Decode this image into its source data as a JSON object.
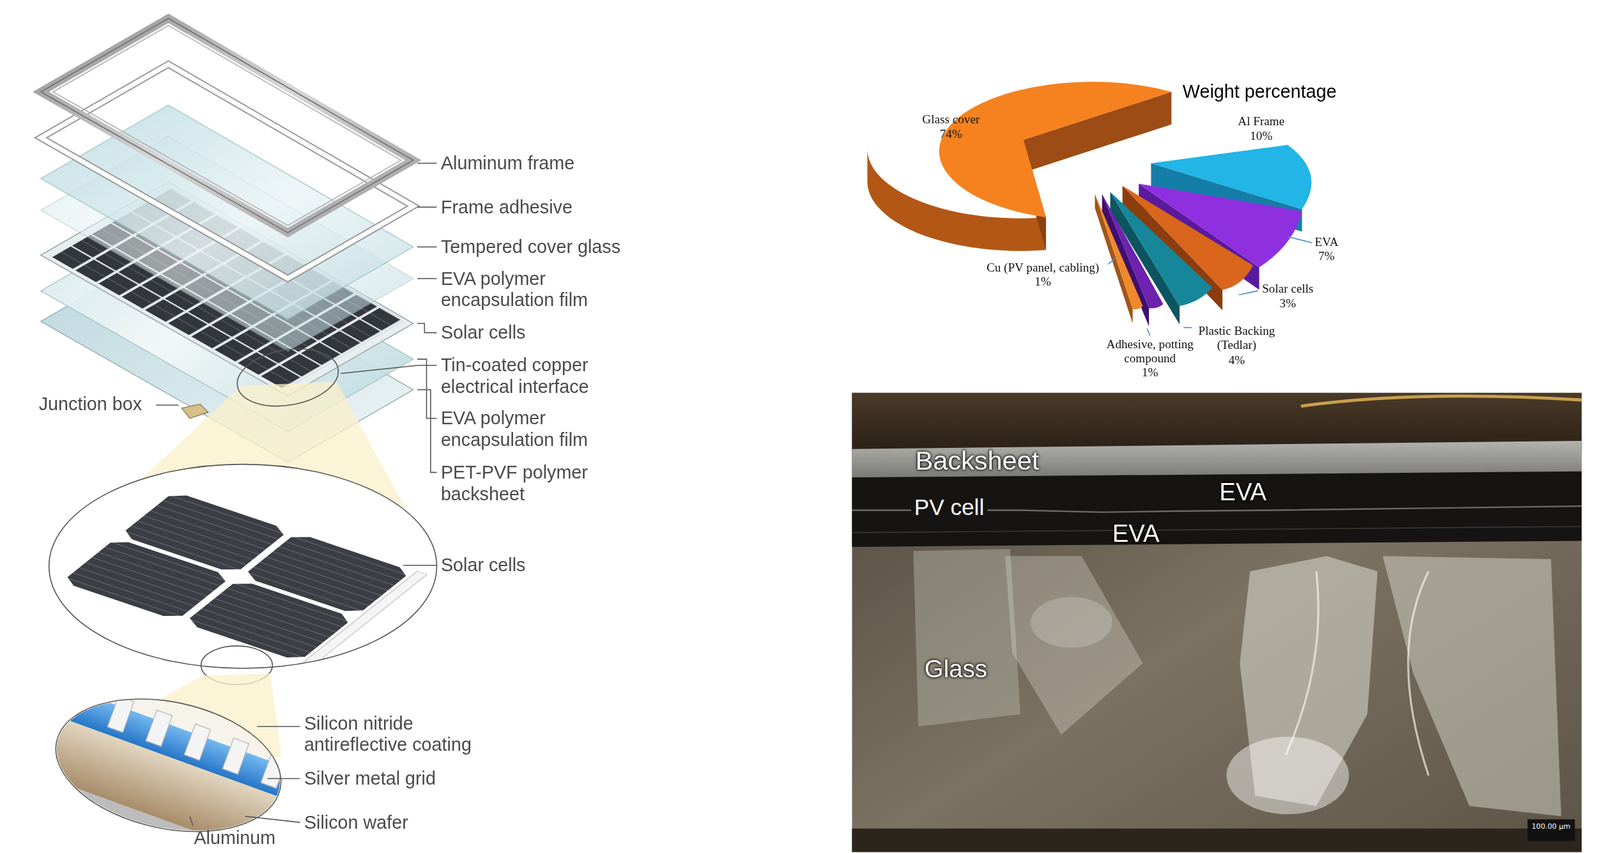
{
  "diagram": {
    "nodes": [
      {
        "text": [
          "100.00 µm"
        ]
      }
    ],
    "labels": [
      "Aluminum frame",
      "Frame adhesive",
      "Tempered cover glass",
      "EVA polymer encapsulation film",
      "Solar cells",
      "Tin-coated copper electrical interface",
      "Junction box",
      "EVA polymer encapsulation film",
      "PET-PVF polymer backsheet",
      "Solar cells",
      "Silicon nitride antireflective coating",
      "Silver metal grid",
      "Silicon wafer",
      "Aluminum",
      "Weight percentage",
      "Glass cover",
      "74%",
      "Al Frame",
      "10%",
      "EVA",
      "7%",
      "Solar cells",
      "3%",
      "Plastic Backing (Tedlar)",
      "4%",
      "Adhesive, potting compound",
      "1%",
      "Cu (PV panel, cabling)",
      "1%",
      "Backsheet",
      "PV cell",
      "EVA",
      "EVA",
      "Glass"
    ]
  }
}
